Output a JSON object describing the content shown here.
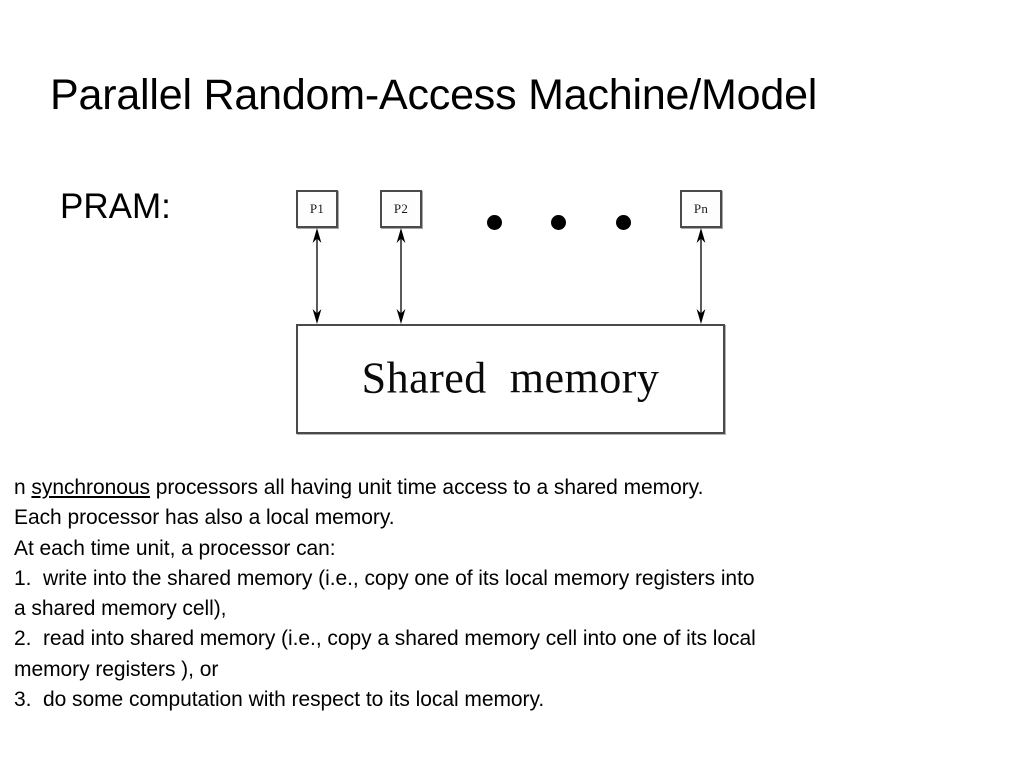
{
  "slide": {
    "title": "Parallel Random-Access Machine/Model",
    "pram_label": "PRAM:"
  },
  "diagram": {
    "processors": [
      {
        "label": "P1"
      },
      {
        "label": "P2"
      },
      {
        "label": "Pn"
      }
    ],
    "ellipsis_dots": 3,
    "shared_memory_label": "Shared  memory",
    "arrow_type": "double-headed",
    "colors": {
      "box_border": "#4a4a4a",
      "box_fill": "#ffffff",
      "ink": "#000000"
    }
  },
  "body": {
    "lines": [
      {
        "segments": [
          {
            "text": "n ",
            "underline": false
          },
          {
            "text": "synchronous",
            "underline": true
          },
          {
            "text": " processors all having unit time access to a shared memory.",
            "underline": false
          }
        ]
      },
      {
        "segments": [
          {
            "text": "Each processor has also a local memory.",
            "underline": false
          }
        ]
      },
      {
        "segments": [
          {
            "text": "At each time unit, a processor can:",
            "underline": false
          }
        ]
      },
      {
        "segments": [
          {
            "text": "1.  write into the shared memory (i.e., copy one of its local memory registers into",
            "underline": false
          }
        ]
      },
      {
        "segments": [
          {
            "text": "a shared memory cell),",
            "underline": false
          }
        ]
      },
      {
        "segments": [
          {
            "text": "2.  read into shared memory (i.e., copy a shared memory cell into one of its local",
            "underline": false
          }
        ]
      },
      {
        "segments": [
          {
            "text": "memory registers ), or",
            "underline": false
          }
        ]
      },
      {
        "segments": [
          {
            "text": "3.  do some computation with respect to its local memory.",
            "underline": false
          }
        ]
      }
    ]
  }
}
